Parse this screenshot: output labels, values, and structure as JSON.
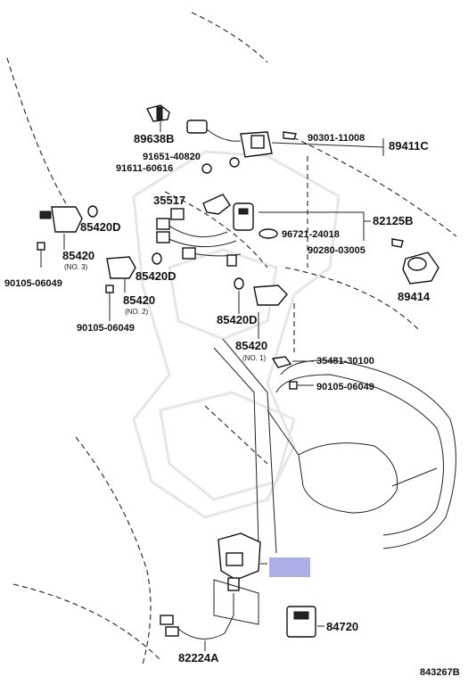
{
  "diagram_id": "843267B",
  "highlight_color": "#aab0e6",
  "labels": {
    "p89638B": "89638B",
    "p90301": "90301-11008",
    "p89411C": "89411C",
    "p91651": "91651-40820",
    "p91611": "91611-60616",
    "p35517": "35517",
    "p82125B": "82125B",
    "p96721": "96721-24018",
    "p90280": "90280-03005",
    "p89414": "89414",
    "p85420D_a": "85420D",
    "p85420_a": "85420",
    "no3": "(NO. 3)",
    "p90105_a": "90105-06049",
    "p85420D_b": "85420D",
    "p85420_b": "85420",
    "no2": "(NO. 2)",
    "p90105_b": "90105-06049",
    "p85420D_c": "85420D",
    "p85420_c": "85420",
    "no1": "(NO. 1)",
    "p35481": "35481-30100",
    "p90105_c": "90105-06049",
    "p84720": "84720",
    "p82224A": "82224A"
  }
}
